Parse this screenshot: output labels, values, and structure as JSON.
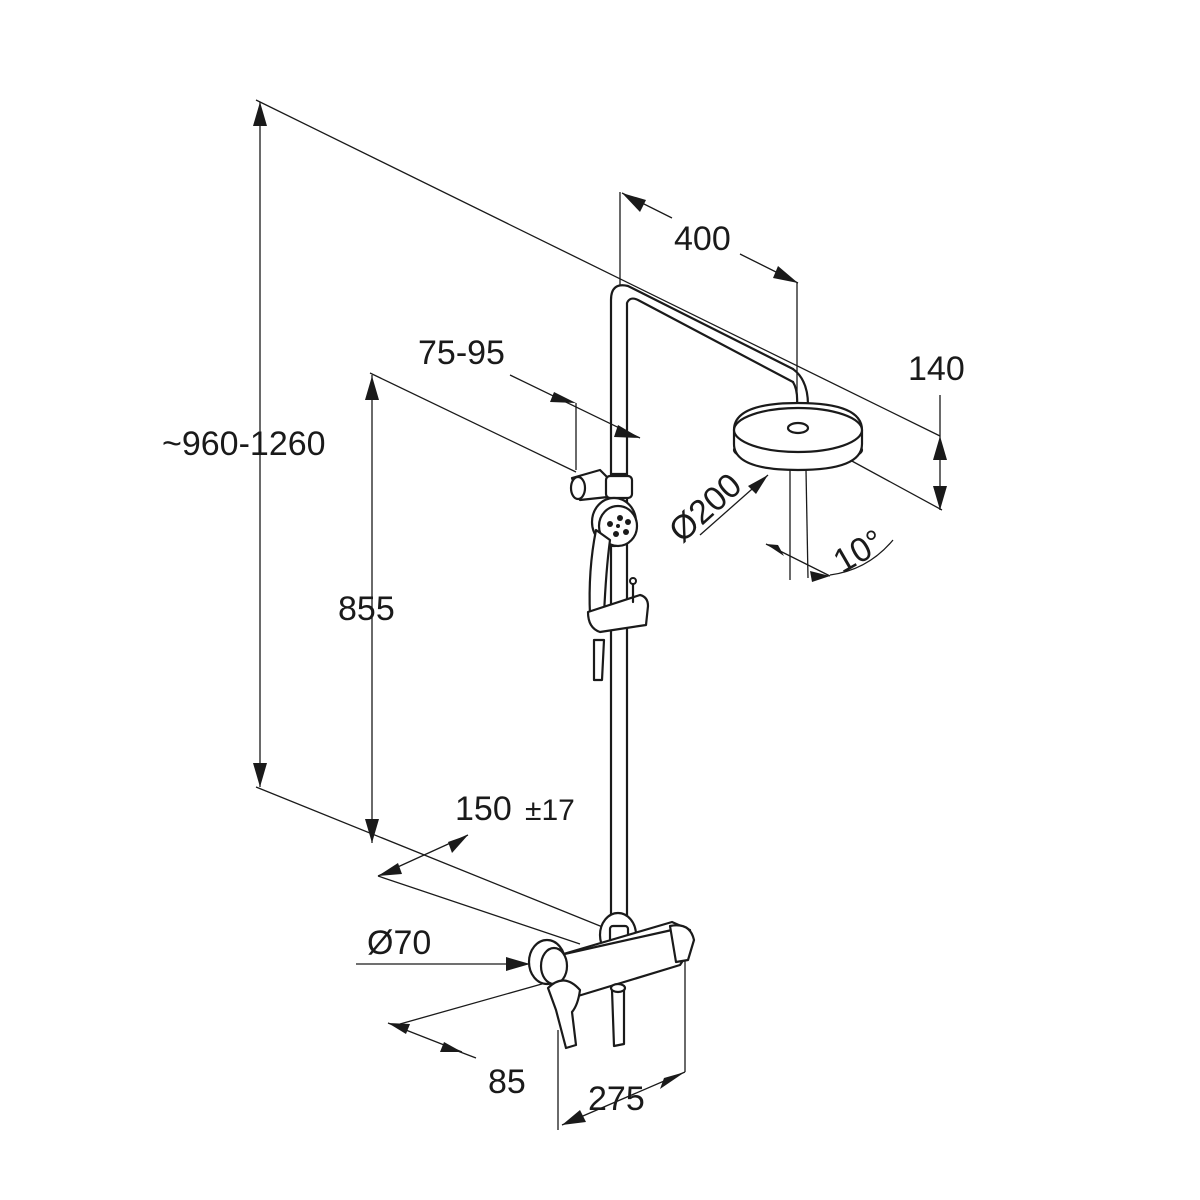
{
  "diagram": {
    "dimensions": {
      "total_height": "~960-1260",
      "slider_height": "855",
      "head_projection": "400",
      "head_height": "140",
      "slider_adjust": "75-95",
      "head_diameter": "Ø200",
      "head_tilt": "10°",
      "inlet_centers": "150",
      "inlet_tolerance": "±17",
      "inlet_diameter": "Ø70",
      "wall_projection": "85",
      "mixer_width": "275"
    }
  }
}
